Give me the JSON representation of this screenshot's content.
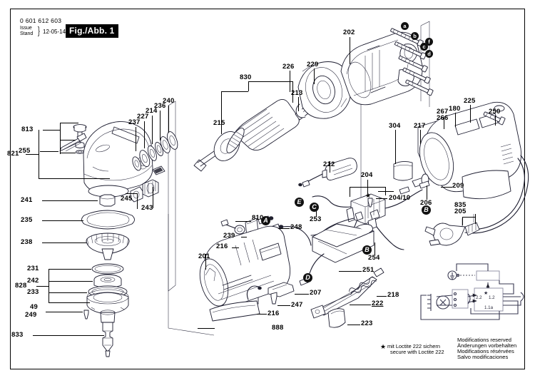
{
  "header": {
    "code": "0 601 612 603",
    "issue_label": "Issue",
    "stand_label": "Stand",
    "date": "12-05-14",
    "figure": "Fig./Abb. 1"
  },
  "footer": {
    "loctite_star": "★",
    "loctite_de": "mit Loctite 222 sichern",
    "loctite_en": "secure with Loctite 222",
    "notes": [
      "Modifications reserved",
      "Änderungen vorbehalten",
      "Modifications résérvées",
      "Salvo modificaciones"
    ]
  },
  "schematic": {
    "labels": [
      "2.2",
      "1.2",
      "1.1a"
    ],
    "star": "★"
  },
  "callout_letters": [
    {
      "id": "A",
      "text": "A"
    },
    {
      "id": "B",
      "text": "B"
    },
    {
      "id": "C",
      "text": "C"
    },
    {
      "id": "D",
      "text": "D"
    },
    {
      "id": "E",
      "text": "E"
    },
    {
      "id": "a",
      "text": "a"
    },
    {
      "id": "b",
      "text": "b"
    },
    {
      "id": "c",
      "text": "c"
    },
    {
      "id": "d",
      "text": "d"
    },
    {
      "id": "f",
      "text": "f"
    }
  ],
  "part_numbers": {
    "p813": "813",
    "p821": "821",
    "p255": "255",
    "p241": "241",
    "p235": "235",
    "p238": "238",
    "p245": "245",
    "p243": "243",
    "p231": "231",
    "p242": "242",
    "p233": "233",
    "p828": "828",
    "p49": "49",
    "p249": "249",
    "p833": "833",
    "p237": "237",
    "p227": "227",
    "p214": "214",
    "p236": "236",
    "p240": "240",
    "p215": "215",
    "p830": "830",
    "p213": "213",
    "p226": "226",
    "p229": "229",
    "p202": "202",
    "p225": "225",
    "p180": "180",
    "p267": "267",
    "p266": "266",
    "p250": "250",
    "p217": "217",
    "p304": "304",
    "p209": "209",
    "p206": "206",
    "p835": "835",
    "p205": "205",
    "p212": "212",
    "p204": "204",
    "p20410": "204/10",
    "p253": "253",
    "p254": "254",
    "p251": "251",
    "p810": "810",
    "p239": "239",
    "p216a": "216",
    "p216b": "216",
    "p248": "248",
    "p201": "201",
    "p888": "888",
    "p207": "207",
    "p247": "247",
    "p222": "222",
    "p223": "223",
    "p218": "218"
  }
}
